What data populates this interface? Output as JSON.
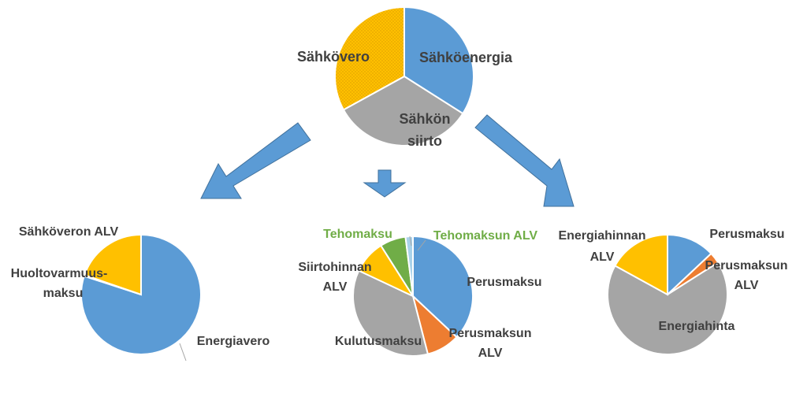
{
  "colors": {
    "blue": "#5b9bd5",
    "orange": "#ed7d31",
    "gray": "#a5a5a5",
    "yellow": "#ffc000",
    "green": "#70ad47",
    "lightblue": "#a9d2ea",
    "label_dark": "#404040",
    "label_green": "#70ad47",
    "arrow_fill": "#5b9bd5",
    "arrow_stroke": "#41719c"
  },
  "chart_data": [
    {
      "type": "pie",
      "slices": [
        {
          "label": "Sähköenergia",
          "value": 34,
          "color": "#5b9bd5"
        },
        {
          "label": "Sähkön siirto",
          "value": 33,
          "color": "#a5a5a5"
        },
        {
          "label": "Sähkövero",
          "value": 33,
          "color": "#ffc000",
          "pattern": "dots"
        }
      ]
    },
    {
      "type": "pie",
      "slices": [
        {
          "label": "Energiavero",
          "value": 80,
          "color": "#5b9bd5"
        },
        {
          "label": "Huoltovarmuus-maksu",
          "value": 0.3,
          "color": "#ed7d31"
        },
        {
          "label": "Sähköveron ALV",
          "value": 19.7,
          "color": "#ffc000"
        }
      ]
    },
    {
      "type": "pie",
      "slices": [
        {
          "label": "Perusmaksu",
          "value": 37,
          "color": "#5b9bd5"
        },
        {
          "label": "Perusmaksun ALV",
          "value": 9,
          "color": "#ed7d31"
        },
        {
          "label": "Kulutusmaksu",
          "value": 36,
          "color": "#a5a5a5"
        },
        {
          "label": "Siirtohinnan ALV",
          "value": 9,
          "color": "#ffc000"
        },
        {
          "label": "Tehomaksu",
          "value": 7,
          "color": "#70ad47"
        },
        {
          "label": "Tehomaksun ALV",
          "value": 2,
          "color": "#a9d2ea"
        }
      ]
    },
    {
      "type": "pie",
      "slices": [
        {
          "label": "Perusmaksu",
          "value": 13,
          "color": "#5b9bd5"
        },
        {
          "label": "Perusmaksun ALV",
          "value": 3,
          "color": "#ed7d31"
        },
        {
          "label": "Energiahinta",
          "value": 67,
          "color": "#a5a5a5"
        },
        {
          "label": "Energiahinnan ALV",
          "value": 17,
          "color": "#ffc000"
        }
      ]
    }
  ],
  "labels": {
    "top": {
      "sahkoenergia": "Sähköenergia",
      "sahkovero": "Sähkövero",
      "siirto_line1": "Sähkön",
      "siirto_line2": "siirto"
    },
    "left": {
      "sahkoveron_alv": "Sähköveron ALV",
      "huolto_line1": "Huoltovarmuus-",
      "huolto_line2": "maksu",
      "energiavero": "Energiavero"
    },
    "middle": {
      "tehomaksu": "Tehomaksu",
      "tehomaksun_alv": "Tehomaksun ALV",
      "siirtohinnan_line1": "Siirtohinnan",
      "siirtohinnan_line2": "ALV",
      "perusmaksu": "Perusmaksu",
      "perusmaksun_line1": "Perusmaksun",
      "perusmaksun_line2": "ALV",
      "kulutusmaksu": "Kulutusmaksu"
    },
    "right": {
      "energiahinnan_line1": "Energiahinnan",
      "energiahinnan_line2": "ALV",
      "perusmaksu": "Perusmaksu",
      "perusmaksun_line1": "Perusmaksun",
      "perusmaksun_line2": "ALV",
      "energiahinta": "Energiahinta"
    }
  }
}
